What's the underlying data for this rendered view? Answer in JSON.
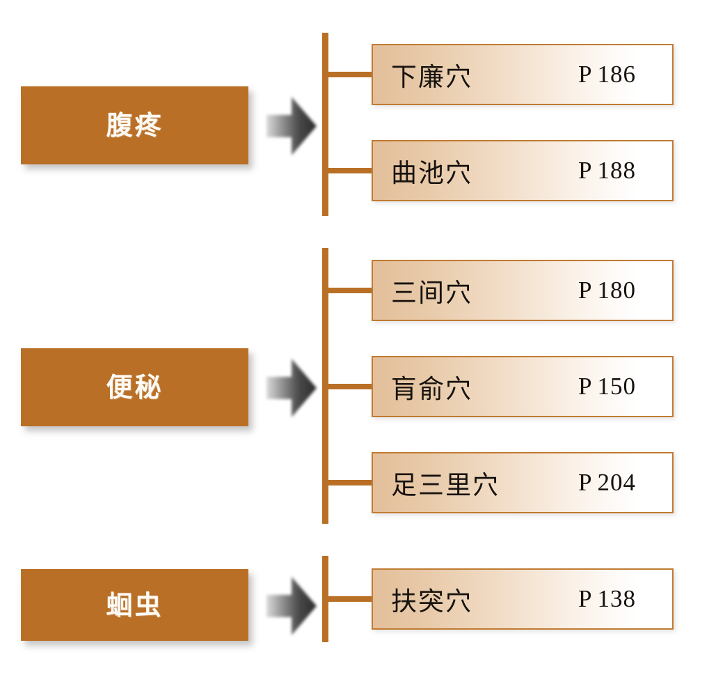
{
  "diagram": {
    "type": "tree-map",
    "background_color": "#ffffff",
    "accent_color": "#b96f26",
    "box_border_color": "#c07b32",
    "box_gradient_from": "#e3bf9a",
    "box_gradient_to": "#ffffff",
    "text_color": "#16120e",
    "label_text_color": "#fdfaf5",
    "arrow_icon_name": "right-arrow-icon",
    "page_prefix": "P"
  },
  "groups": [
    {
      "id": "group-futeng",
      "condition": "腹疼",
      "points": [
        {
          "name": "下廉穴",
          "prefix": "P",
          "page": "186"
        },
        {
          "name": "曲池穴",
          "prefix": "P",
          "page": "188"
        }
      ]
    },
    {
      "id": "group-biami",
      "condition": "便秘",
      "points": [
        {
          "name": "三间穴",
          "prefix": "P",
          "page": "180"
        },
        {
          "name": "肓俞穴",
          "prefix": "P",
          "page": "150"
        },
        {
          "name": "足三里穴",
          "prefix": "P",
          "page": "204"
        }
      ]
    },
    {
      "id": "group-huichong",
      "condition": "蛔虫",
      "points": [
        {
          "name": "扶突穴",
          "prefix": "P",
          "page": "138"
        }
      ]
    }
  ]
}
